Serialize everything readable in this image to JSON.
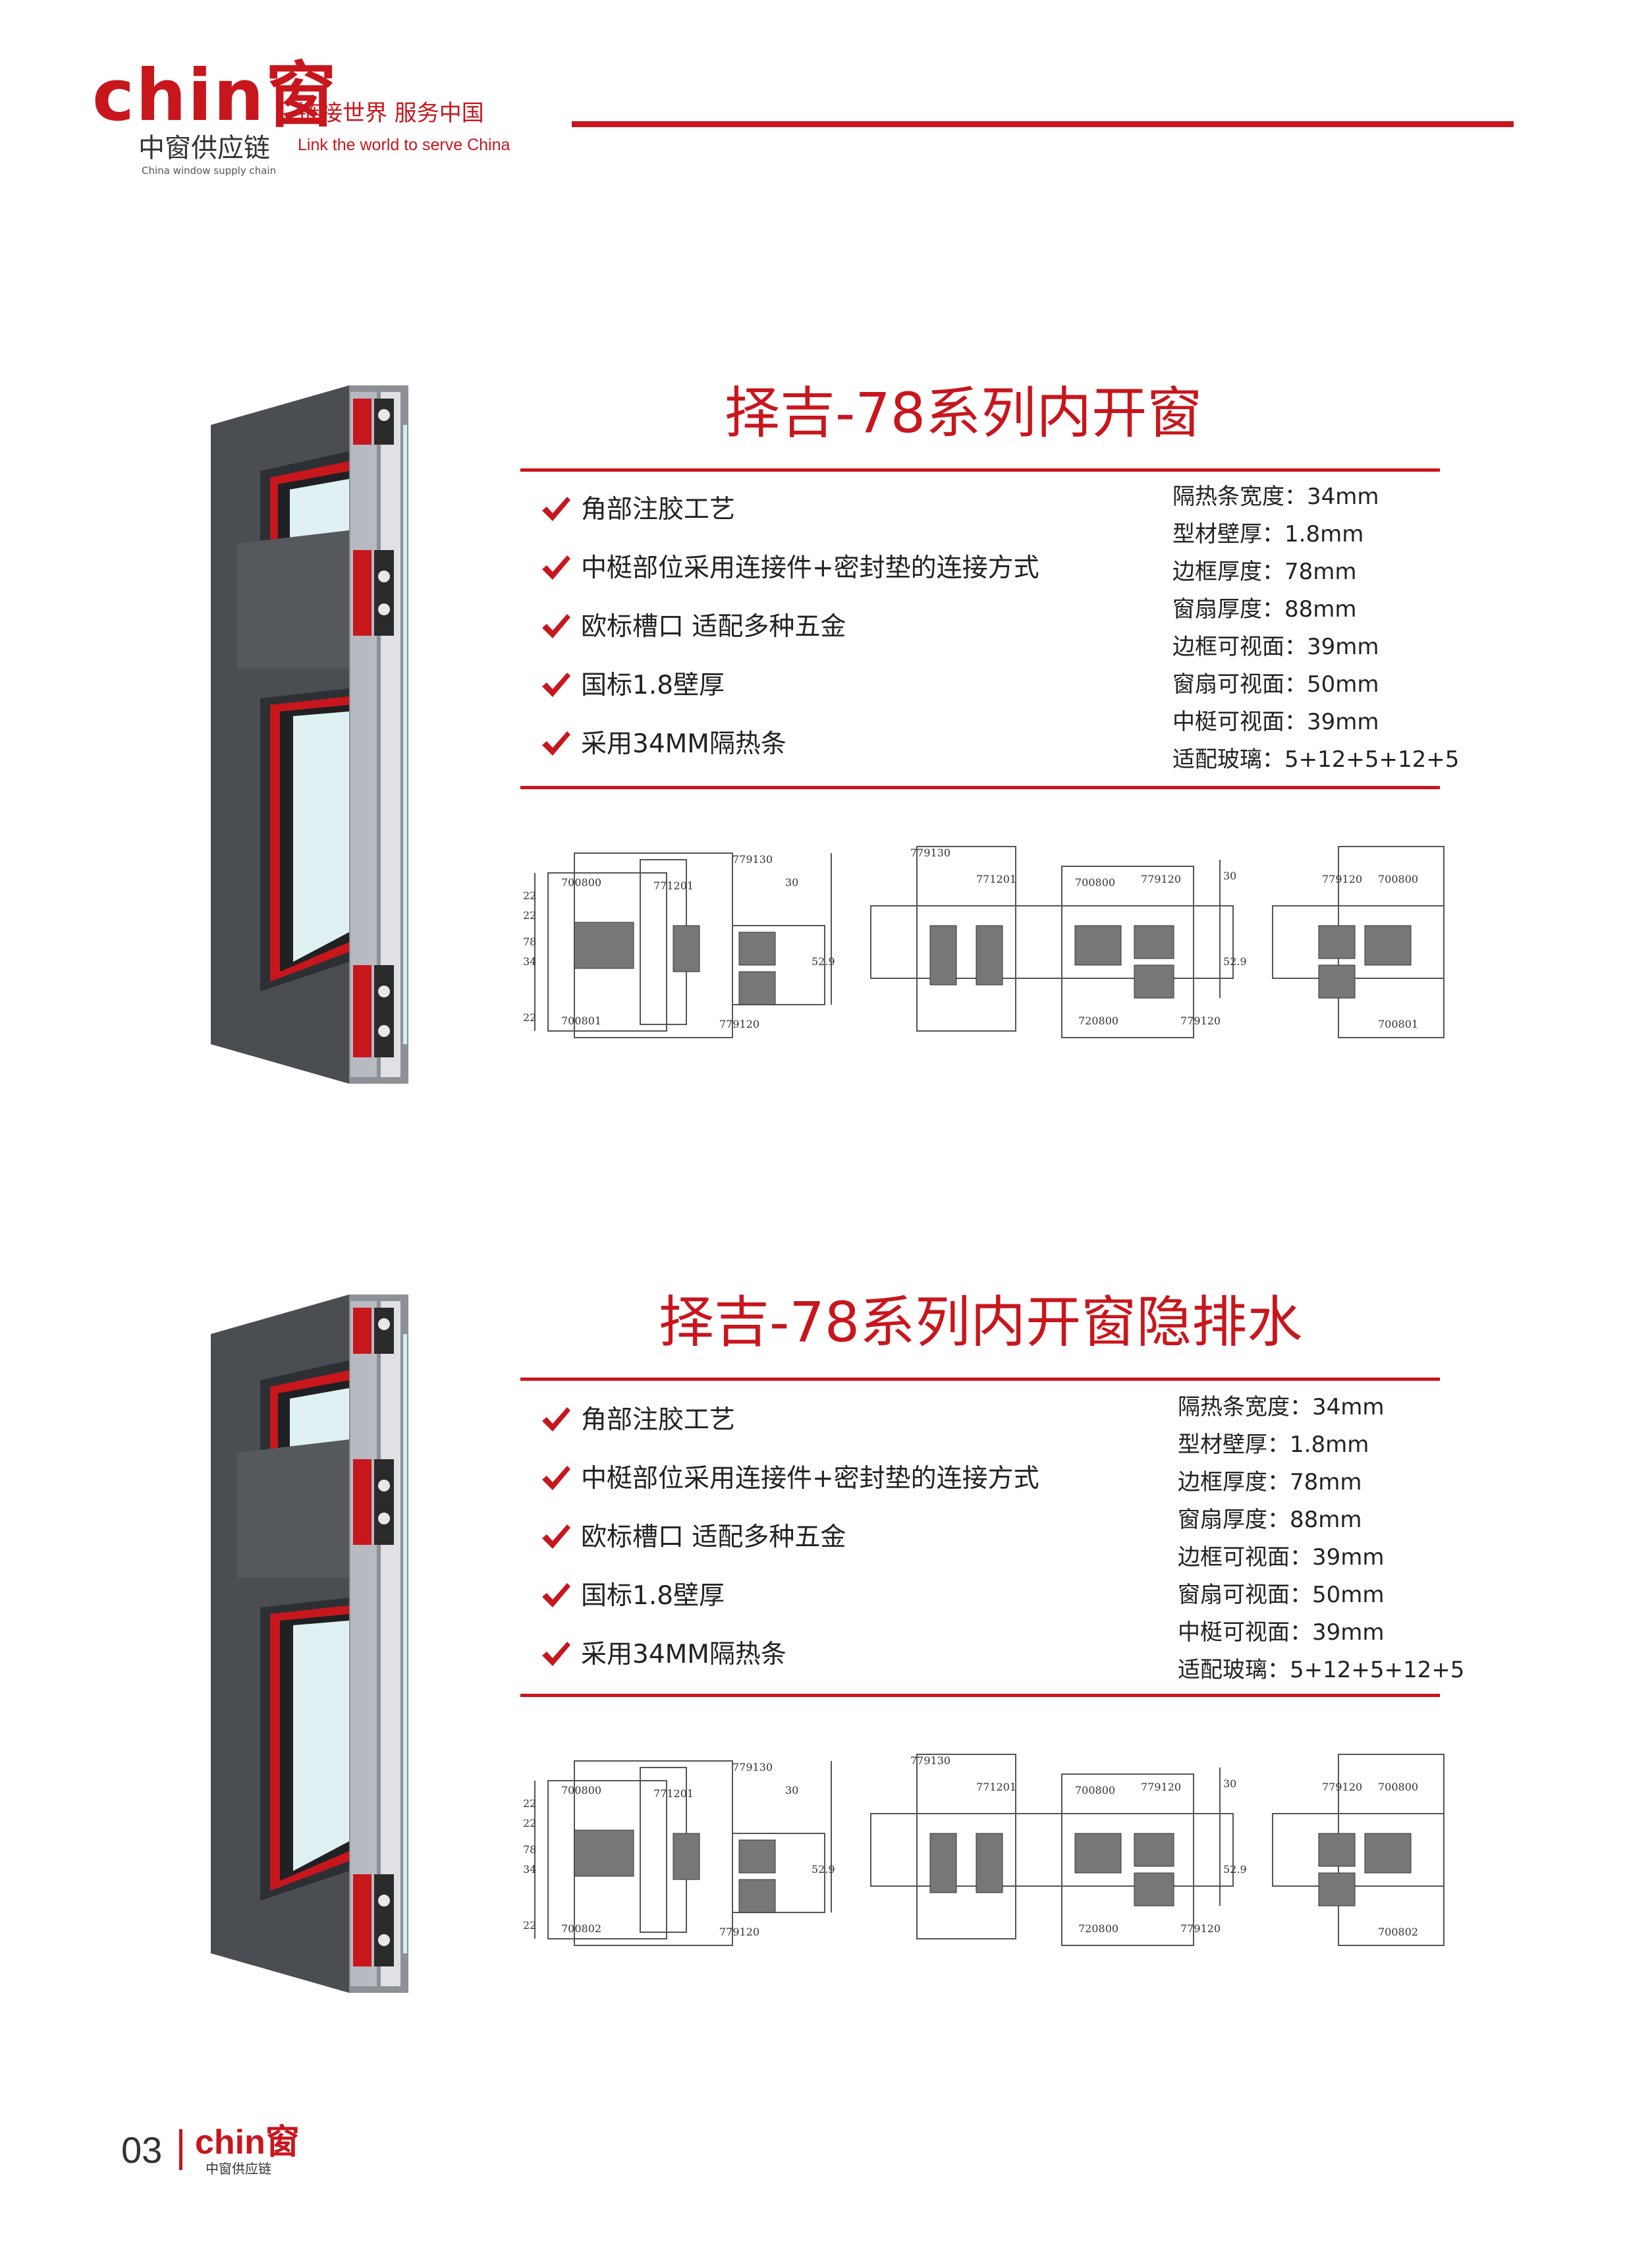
{
  "header": {
    "logo_text": "chin窗",
    "logo_subtitle_cn": "中窗供应链",
    "logo_subtitle_en": "China window supply chain",
    "slogan_cn": "链接世界  服务中国",
    "slogan_en": "Link the world to serve China"
  },
  "colors": {
    "brand_red": "#c8161d",
    "frame_gray": "#4a4d52",
    "glass": "#dff1f2"
  },
  "sections": [
    {
      "title": "择吉-78系列内开窗",
      "features": [
        "角部注胶工艺",
        "中梃部位采用连接件+密封垫的连接方式",
        "欧标槽口 适配多种五金",
        "国标1.8壁厚",
        "采用34MM隔热条"
      ],
      "specs": [
        "隔热条宽度：34mm",
        "型材壁厚：1.8mm",
        "边框厚度：78mm",
        "窗扇厚度：88mm",
        "边框可视面：39mm",
        "窗扇可视面：50mm",
        "中梃可视面：39mm",
        "适配玻璃：5+12+5+12+5"
      ],
      "drawings": {
        "left": {
          "codes": [
            "700800",
            "771201",
            "779130",
            "700801",
            "779120"
          ],
          "dims": [
            "22",
            "22",
            "78",
            "34",
            "22",
            "30",
            "52.9"
          ]
        },
        "middle": {
          "codes": [
            "779130",
            "771201",
            "700800",
            "779120",
            "720800",
            "779120"
          ],
          "dims": [
            "30",
            "52.9"
          ]
        },
        "right": {
          "codes": [
            "779120",
            "700800",
            "700801"
          ]
        }
      }
    },
    {
      "title": "择吉-78系列内开窗隐排水",
      "features": [
        "角部注胶工艺",
        "中梃部位采用连接件+密封垫的连接方式",
        "欧标槽口 适配多种五金",
        "国标1.8壁厚",
        "采用34MM隔热条"
      ],
      "specs": [
        "隔热条宽度：34mm",
        "型材壁厚：1.8mm",
        "边框厚度：78mm",
        "窗扇厚度：88mm",
        "边框可视面：39mm",
        "窗扇可视面：50mm",
        "中梃可视面：39mm",
        "适配玻璃：5+12+5+12+5"
      ],
      "drawings": {
        "left": {
          "codes": [
            "700800",
            "771201",
            "779130",
            "700802",
            "779120"
          ],
          "dims": [
            "22",
            "22",
            "78",
            "34",
            "22",
            "30",
            "52.9"
          ]
        },
        "middle": {
          "codes": [
            "779130",
            "771201",
            "700800",
            "779120",
            "720800",
            "779120"
          ],
          "dims": [
            "30",
            "52.9"
          ]
        },
        "right": {
          "codes": [
            "779120",
            "700800",
            "700802"
          ]
        }
      }
    }
  ],
  "footer": {
    "page_number": "03",
    "logo_text": "chin窗",
    "logo_subtitle": "中窗供应链"
  }
}
